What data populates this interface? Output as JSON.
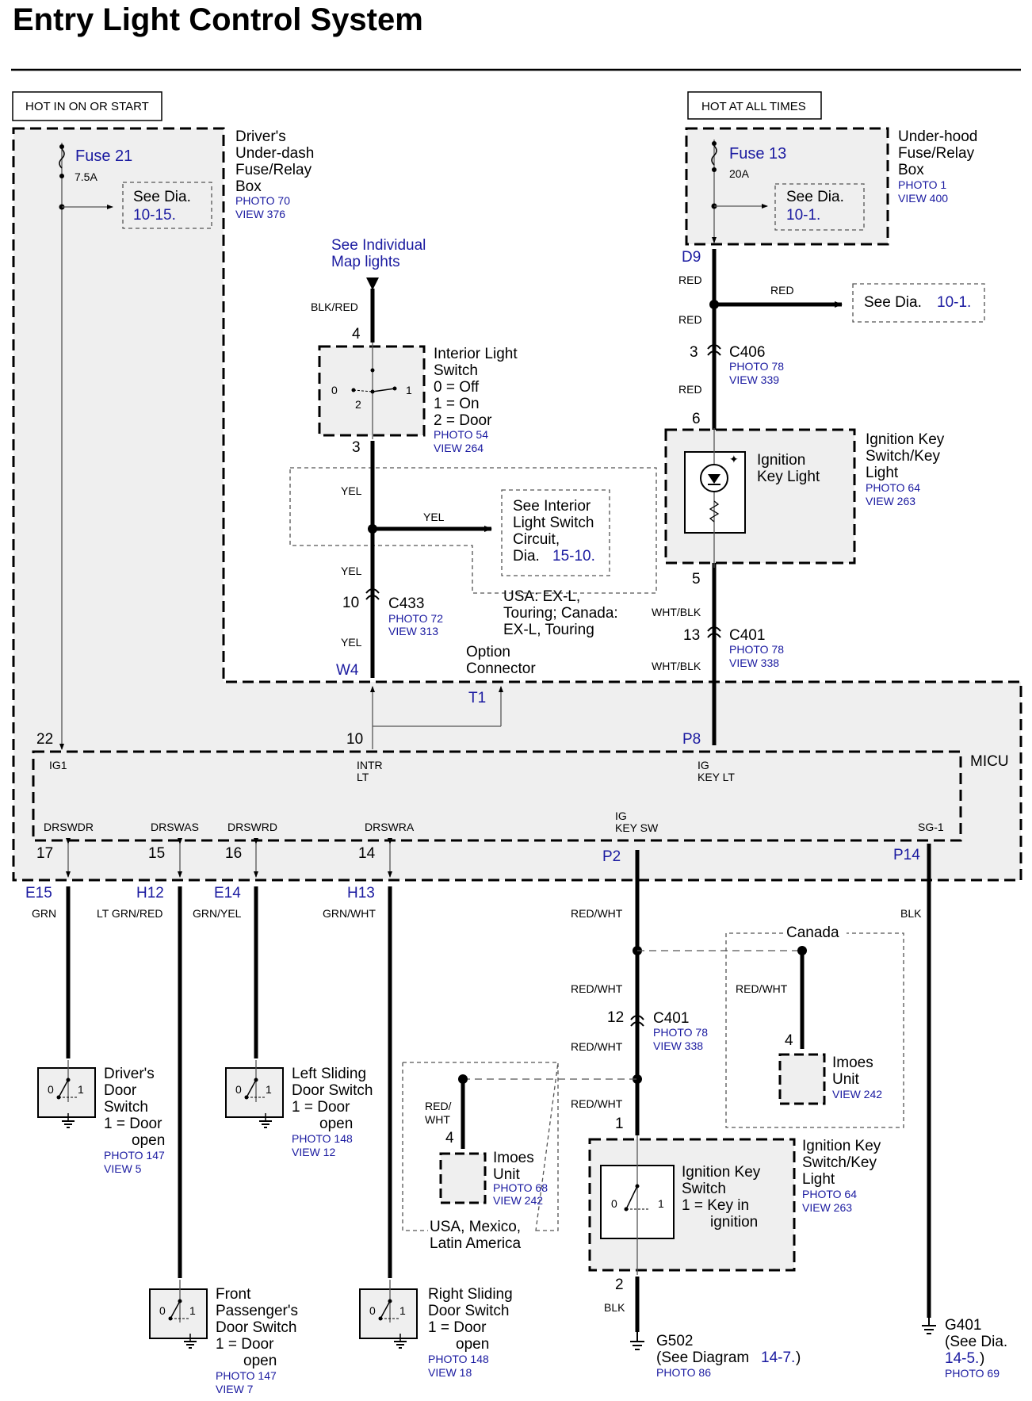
{
  "title": "Entry Light Control System",
  "power": {
    "hot_run": "HOT IN ON OR START",
    "hot_always": "HOT AT ALL TIMES"
  },
  "fuse21": {
    "name": "Fuse 21",
    "rating": "7.5A",
    "see_text": "See Dia.",
    "see_link": "10-15.",
    "box_label": [
      "Driver's",
      "Under-dash",
      "Fuse/Relay",
      "Box"
    ],
    "photo": "PHOTO 70",
    "view": "VIEW 376"
  },
  "fuse13": {
    "name": "Fuse 13",
    "rating": "20A",
    "see_text": "See Dia.",
    "see_link": "10-1.",
    "box_label": [
      "Under-hood",
      "Fuse/Relay",
      "Box"
    ],
    "photo": "PHOTO 1",
    "view": "VIEW 400"
  },
  "map_lights": [
    "See Individual",
    "Map lights"
  ],
  "interior_switch": {
    "label": [
      "Interior Light",
      "Switch",
      "0 = Off",
      "1 = On",
      "2 = Door"
    ],
    "photo": "PHOTO 54",
    "view": "VIEW 264",
    "pin_top": "4",
    "pin_bottom": "3",
    "pos0": "0",
    "pos1": "1",
    "pos2": "2"
  },
  "wires": {
    "blk_red": "BLK/RED",
    "yel": "YEL",
    "red": "RED",
    "wht_blk": "WHT/BLK",
    "grn": "GRN",
    "lt_grn_red": "LT GRN/RED",
    "grn_yel": "GRN/YEL",
    "grn_wht": "GRN/WHT",
    "red_wht": "RED/WHT",
    "blk": "BLK",
    "red_slash": "RED/",
    "wht": "WHT"
  },
  "see_interior": {
    "lines": [
      "See Interior",
      "Light Switch",
      "Circuit,",
      "Dia."
    ],
    "link": "15-10."
  },
  "option_note": [
    "USA: EX-L,",
    "Touring; Canada:",
    "EX-L, Touring"
  ],
  "option_connector": [
    "Option",
    "Connector"
  ],
  "c433": {
    "name": "C433",
    "pin": "10",
    "photo": "PHOTO 72",
    "view": "VIEW 313"
  },
  "w4": "W4",
  "t1": "T1",
  "d9": "D9",
  "see_101": {
    "text": "See Dia.",
    "link": "10-1."
  },
  "c406": {
    "name": "C406",
    "pin": "3",
    "photo": "PHOTO 78",
    "view": "VIEW 339"
  },
  "ign_key_light": {
    "inner": [
      "Ignition",
      "Key Light"
    ],
    "label": [
      "Ignition Key",
      "Switch/Key",
      "Light"
    ],
    "photo": "PHOTO 64",
    "view": "VIEW 263",
    "pin_top": "6",
    "pin_bottom": "5"
  },
  "c401a": {
    "name": "C401",
    "pin": "13",
    "photo": "PHOTO 78",
    "view": "VIEW 338"
  },
  "micu": {
    "name": "MICU",
    "pin22": "22",
    "pin10": "10",
    "p8": "P8",
    "ig1": "IG1",
    "intr": "INTR",
    "lt": "LT",
    "ig": "IG",
    "key_lt": "KEY LT",
    "drswdr": "DRSWDR",
    "drswas": "DRSWAS",
    "drswrd": "DRSWRD",
    "drswra": "DRSWRA",
    "ig_key_sw": [
      "IG",
      "KEY SW"
    ],
    "sg1": "SG-1",
    "n17": "17",
    "n15": "15",
    "n16": "16",
    "n14": "14",
    "p2": "P2",
    "p14": "P14"
  },
  "conn": {
    "e15": "E15",
    "h12": "H12",
    "e14": "E14",
    "h13": "H13"
  },
  "drivers_door": {
    "label": [
      "Driver's",
      "Door",
      "Switch",
      "1 = Door",
      "open"
    ],
    "photo": "PHOTO 147",
    "view": "VIEW 5"
  },
  "left_sliding": {
    "label": [
      "Left Sliding",
      "Door Switch",
      "1 = Door",
      "open"
    ],
    "photo": "PHOTO 148",
    "view": "VIEW 12"
  },
  "front_passenger": {
    "label": [
      "Front",
      "Passenger's",
      "Door Switch",
      "1 = Door",
      "open"
    ],
    "photo": "PHOTO 147",
    "view": "VIEW 7"
  },
  "right_sliding": {
    "label": [
      "Right Sliding",
      "Door Switch",
      "1 = Door",
      "open"
    ],
    "photo": "PHOTO 148",
    "view": "VIEW 18"
  },
  "canada": "Canada",
  "imoes_canada": {
    "label": [
      "Imoes",
      "Unit"
    ],
    "view": "VIEW 242",
    "pin": "4"
  },
  "imoes_usa": {
    "label": [
      "Imoes",
      "Unit"
    ],
    "photo": "PHOTO 68",
    "view": "VIEW 242",
    "pin": "4",
    "region": [
      "USA, Mexico,",
      "Latin America"
    ]
  },
  "c401b": {
    "name": "C401",
    "pin": "12",
    "photo": "PHOTO 78",
    "view": "VIEW 338"
  },
  "ign_key_switch": {
    "inner": [
      "Ignition Key",
      "Switch",
      "1 =  Key in",
      "ignition"
    ],
    "label": [
      "Ignition Key",
      "Switch/Key",
      "Light"
    ],
    "photo": "PHOTO 64",
    "view": "VIEW 263",
    "pin_top": "1",
    "pin_bottom": "2"
  },
  "g502": {
    "name": "G502",
    "see": "(See Diagram",
    "link": "14-7.",
    "close": ")",
    "photo": "PHOTO 86"
  },
  "g401": {
    "name": "G401",
    "see": "(See Dia.",
    "link": "14-5.",
    "close": ")",
    "photo": "PHOTO 69"
  },
  "colors": {
    "link_blue": "#1a1aa0",
    "box_fill": "#efefef",
    "wire": "#000000"
  }
}
